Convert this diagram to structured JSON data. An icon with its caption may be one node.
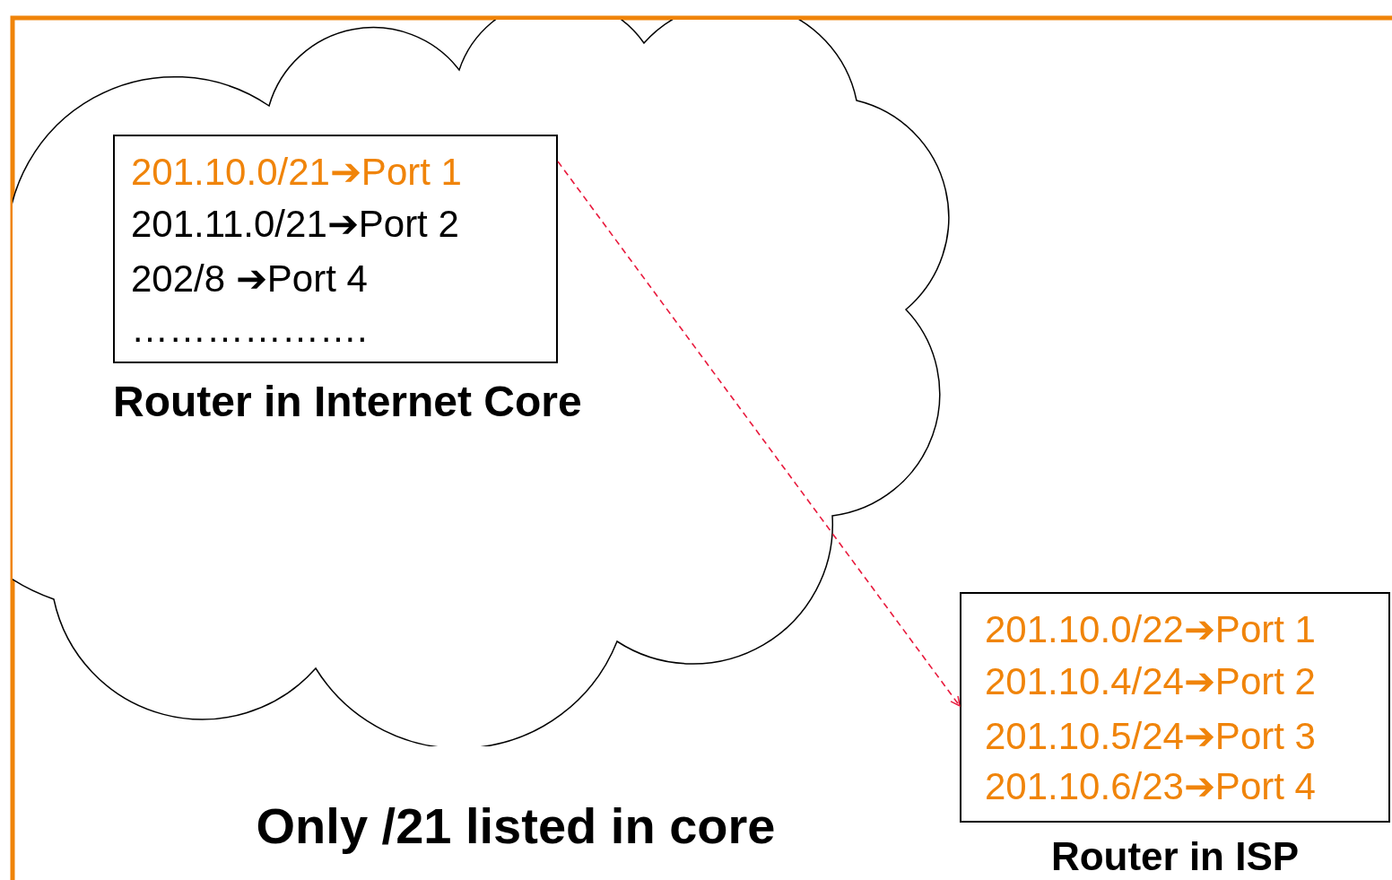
{
  "diagram": {
    "nodes": [
      {
        "text": [],
        "shape": "cloud"
      },
      {
        "text": [
          "201.10.0/21➔Port 1",
          "201.11.0/21➔Port 2",
          "202/8 ➔Port 4",
          "……………….",
          "Router in Internet Core"
        ],
        "in": 0
      },
      {
        "text": [
          "201.10.0/22➔Port 1",
          "201.10.4/24➔Port 2",
          "201.10.5/24➔Port 3",
          "201.10.6/23➔Port 4",
          "Router in ISP"
        ]
      }
    ],
    "edges": [
      {
        "from": 1,
        "to": 2,
        "arrow": "to",
        "style": "dashed",
        "color": "#e8193c"
      }
    ],
    "labels": [
      "Only /21 listed in core"
    ]
  }
}
